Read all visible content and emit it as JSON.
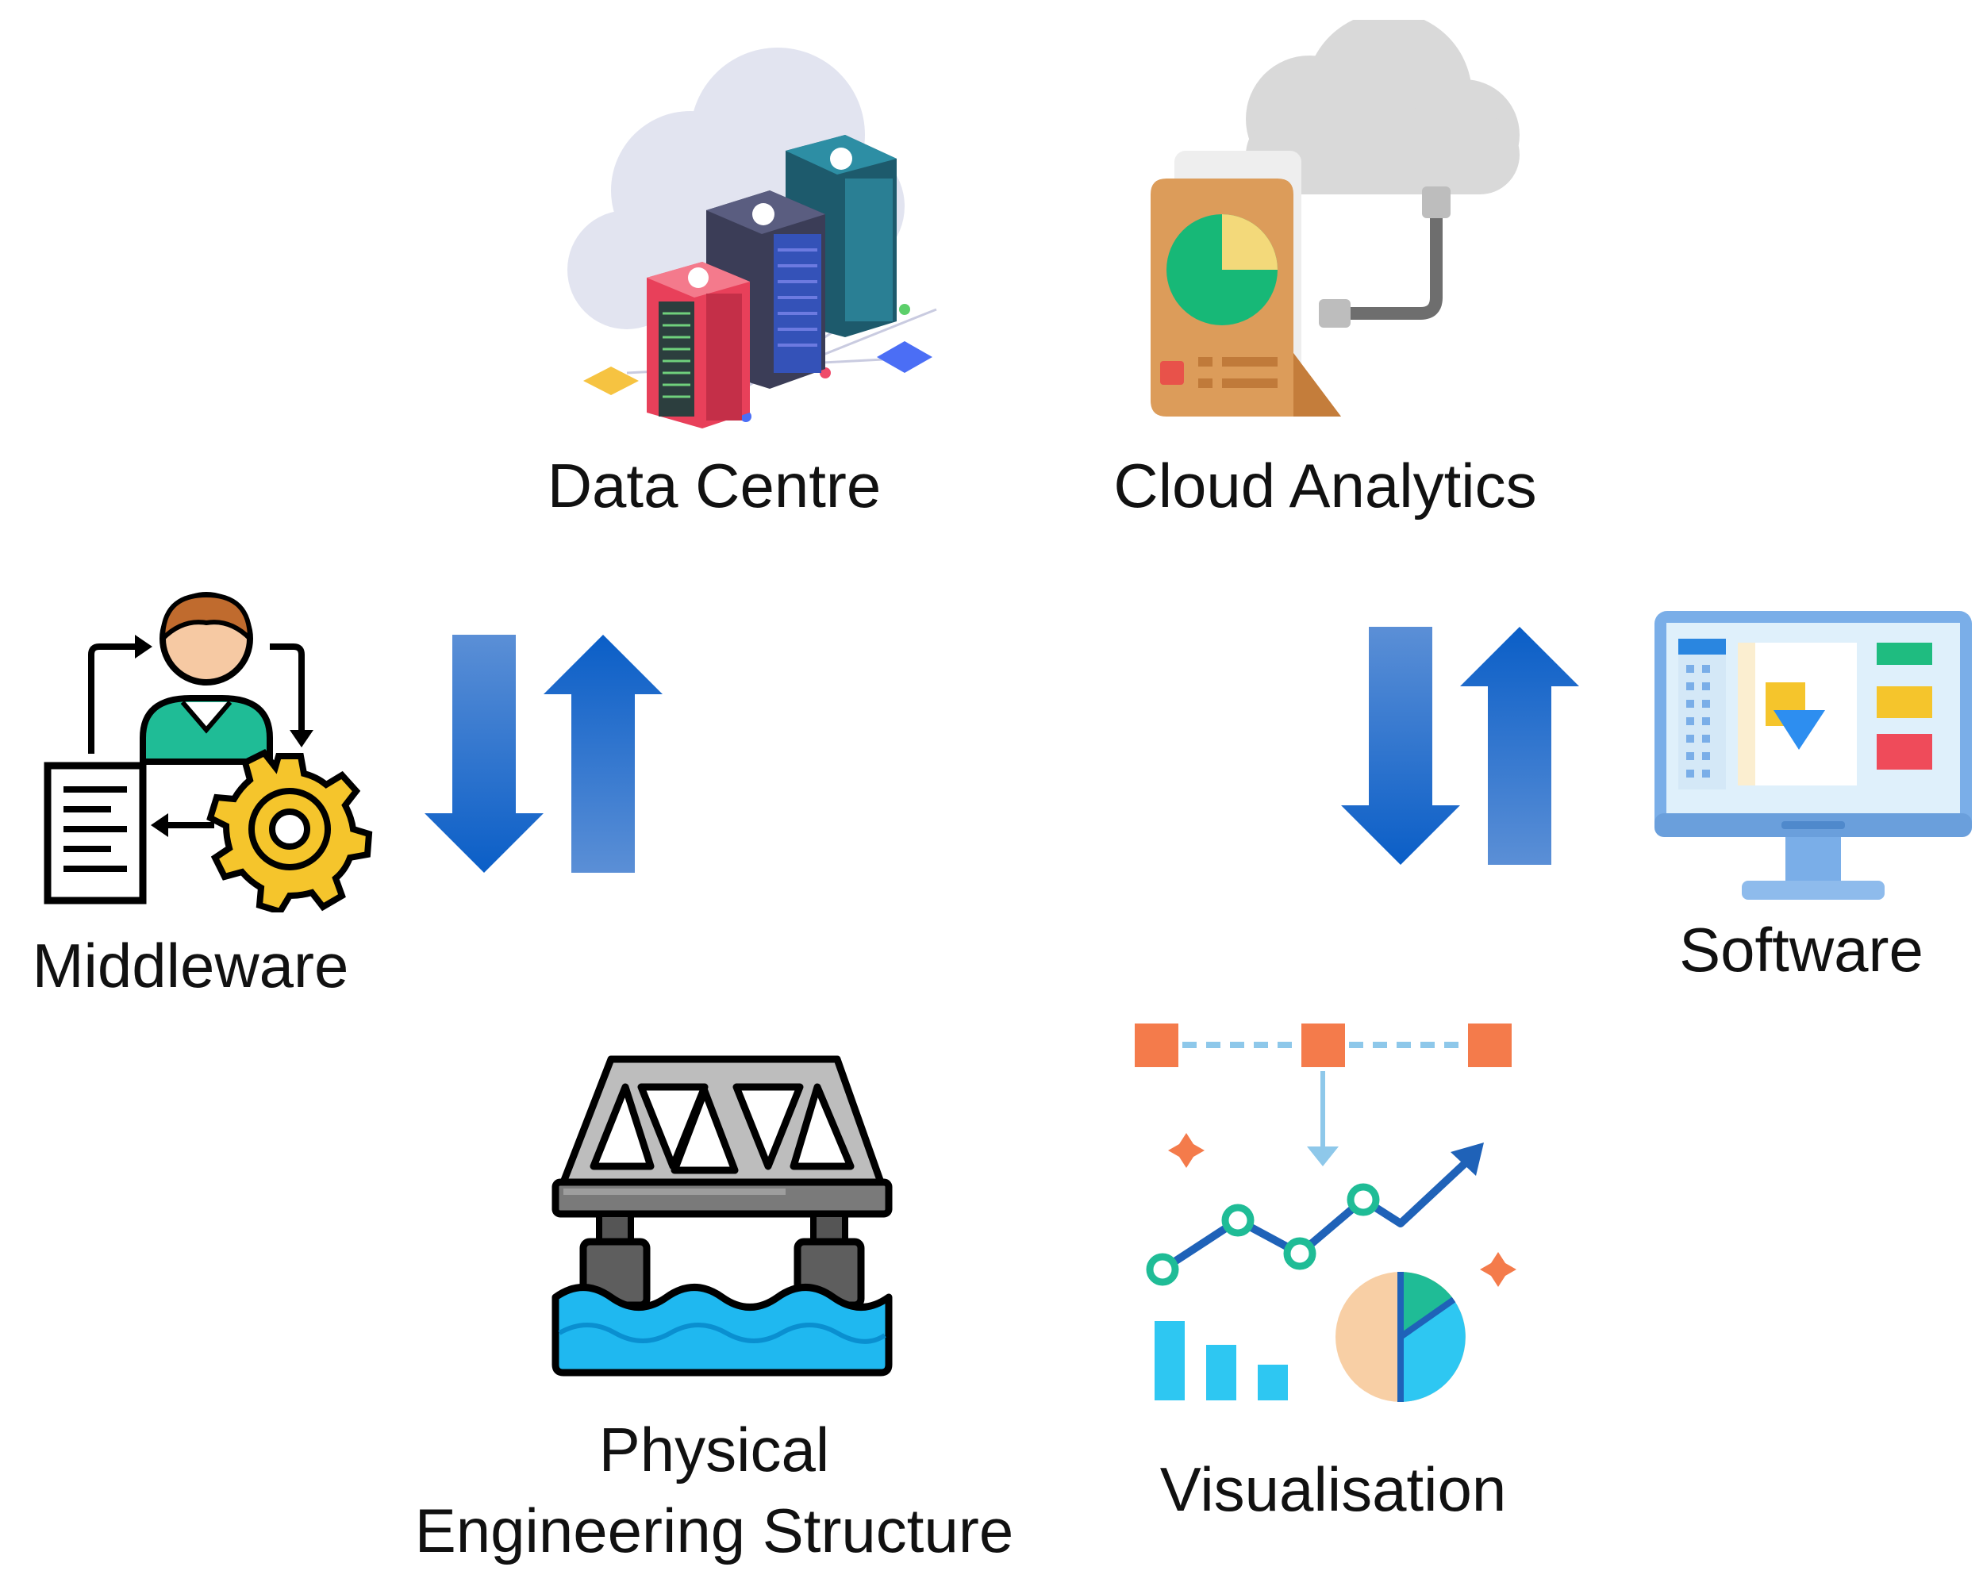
{
  "nodes": {
    "data_centre": {
      "label": "Data Centre",
      "icon": "server-cloud-icon"
    },
    "cloud_analytics": {
      "label": "Cloud Analytics",
      "icon": "cloud-report-icon"
    },
    "middleware": {
      "label": "Middleware",
      "icon": "person-gear-document-icon"
    },
    "software": {
      "label": "Software",
      "icon": "monitor-dashboard-icon"
    },
    "physical": {
      "label_line1": "Physical",
      "label_line2": "Engineering Structure",
      "icon": "bridge-icon"
    },
    "visualisation": {
      "label": "Visualisation",
      "icon": "chart-visualisation-icon"
    }
  },
  "connectors": [
    {
      "name": "middleware-datacentre-arrows",
      "directions": [
        "down",
        "up"
      ]
    },
    {
      "name": "analytics-visualisation-arrows",
      "directions": [
        "down",
        "up"
      ]
    }
  ],
  "colors": {
    "arrow_light": "#5b8fd6",
    "arrow_dark": "#0a5ec7",
    "text": "#111111"
  }
}
